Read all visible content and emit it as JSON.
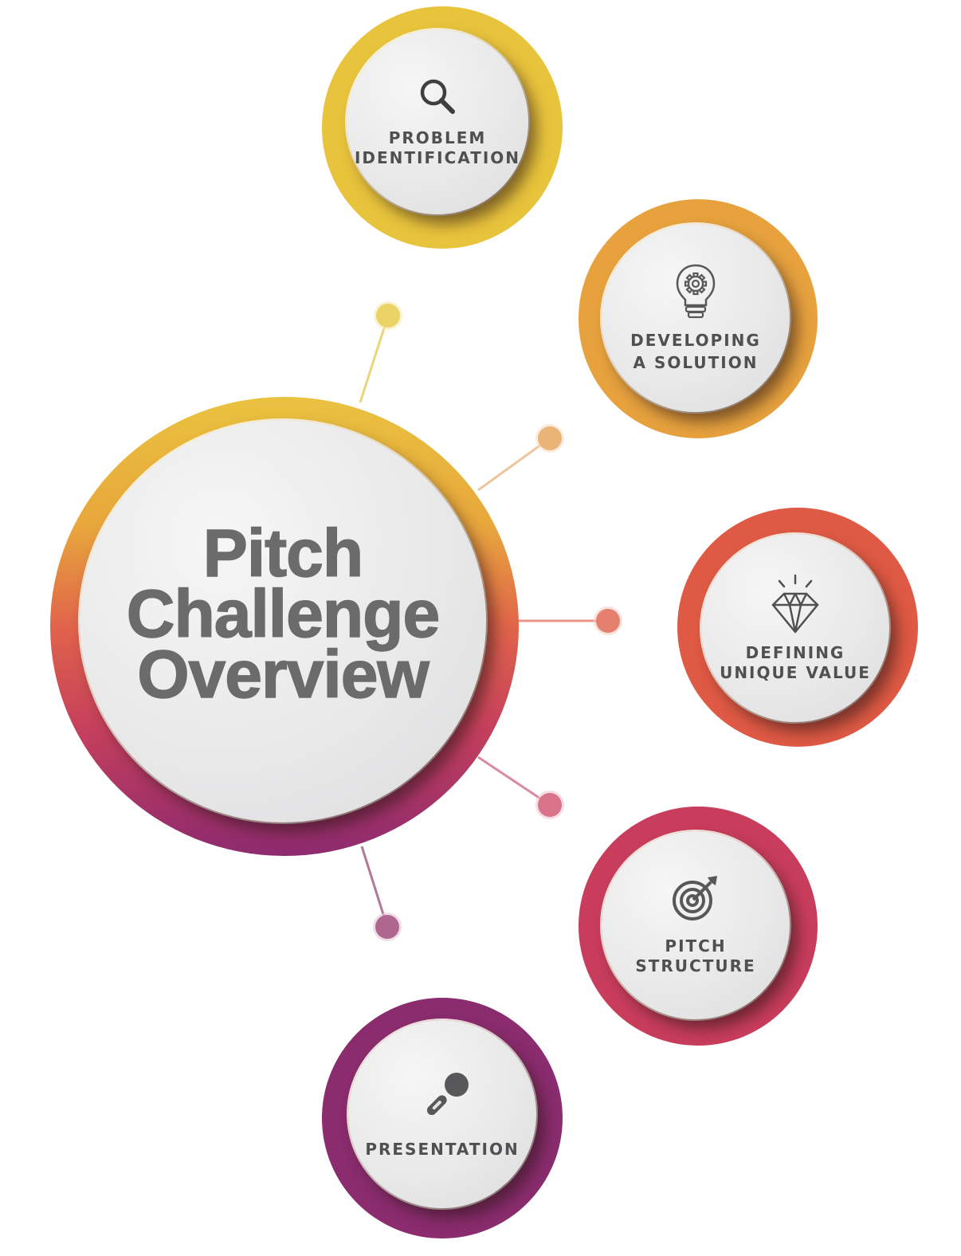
{
  "title": {
    "line1": "Pitch",
    "line2": "Challenge",
    "line3": "Overview"
  },
  "colors": {
    "yellow": "#e8c43c",
    "orange": "#e7a23e",
    "coral": "#df5a44",
    "crimson": "#c93d5c",
    "purple": "#8a2c6e",
    "text": "#505052",
    "title_text": "#6b6b6c"
  },
  "nodes": [
    {
      "id": "problem-identification",
      "icon": "search-icon",
      "line1": "PROBLEM",
      "line2": "IDENTIFICATION",
      "color": "#e8c43c"
    },
    {
      "id": "developing-a-solution",
      "icon": "lightbulb-gear-icon",
      "line1": "DEVELOPING",
      "line2": "A SOLUTION",
      "color": "#e7a23e"
    },
    {
      "id": "defining-unique-value",
      "icon": "diamond-icon",
      "line1": "DEFINING",
      "line2": "UNIQUE VALUE",
      "color": "#df5a44"
    },
    {
      "id": "pitch-structure",
      "icon": "target-icon",
      "line1": "PITCH",
      "line2": "STRUCTURE",
      "color": "#c93d5c"
    },
    {
      "id": "presentation",
      "icon": "microphone-icon",
      "line1": "PRESENTATION",
      "line2": "",
      "color": "#8a2c6e"
    }
  ],
  "connectors": [
    {
      "dot_color": "#ecd365",
      "line_color": "#ead57a"
    },
    {
      "dot_color": "#eab476",
      "line_color": "#ecc79d"
    },
    {
      "dot_color": "#e5806f",
      "line_color": "#e89587"
    },
    {
      "dot_color": "#d9738a",
      "line_color": "#d98a9d"
    },
    {
      "dot_color": "#b0678f",
      "line_color": "#b27896"
    }
  ]
}
